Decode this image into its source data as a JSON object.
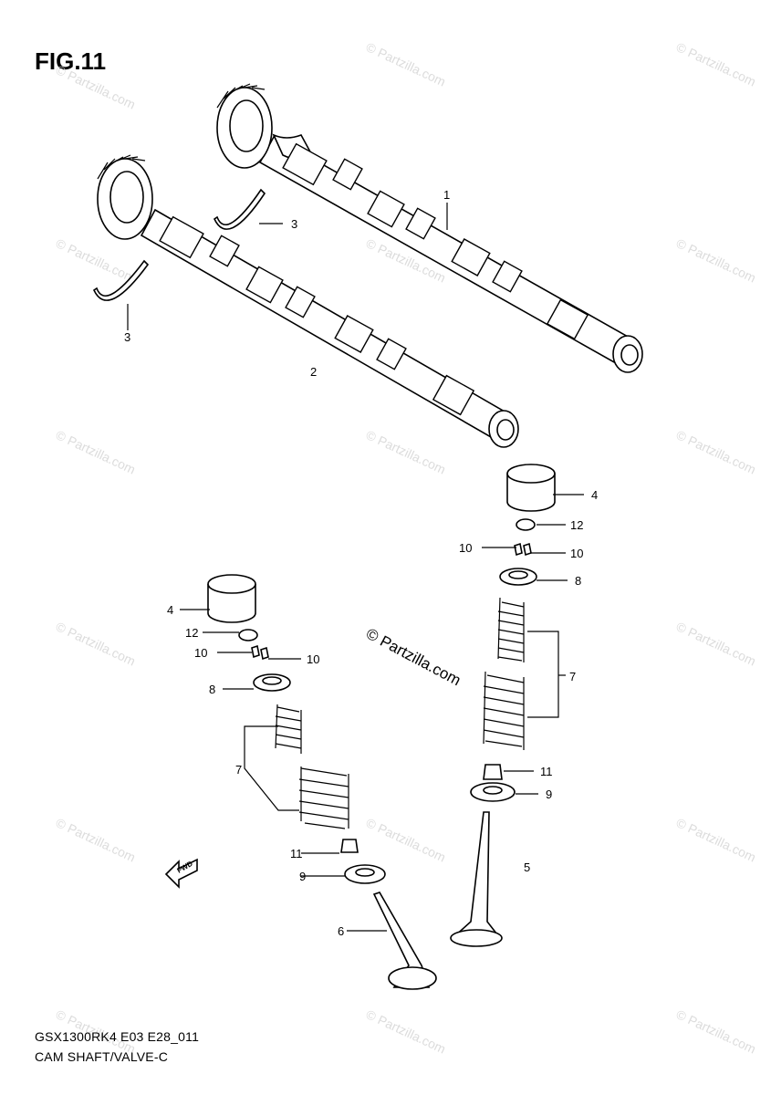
{
  "figure": {
    "title": "FIG.11",
    "model_code": "GSX1300RK4 E03 E28_011",
    "section_name": "CAM SHAFT/VALVE-C"
  },
  "watermark": {
    "text": "© Partzilla.com",
    "center_text": "© Partzilla.com"
  },
  "fwd_arrow_label": "FWD",
  "callouts": [
    {
      "id": "c1",
      "label": "1"
    },
    {
      "id": "c2",
      "label": "2"
    },
    {
      "id": "c3a",
      "label": "3"
    },
    {
      "id": "c3b",
      "label": "3"
    },
    {
      "id": "c4r",
      "label": "4"
    },
    {
      "id": "c4l",
      "label": "4"
    },
    {
      "id": "c12r",
      "label": "12"
    },
    {
      "id": "c12l",
      "label": "12"
    },
    {
      "id": "c10ra",
      "label": "10"
    },
    {
      "id": "c10rb",
      "label": "10"
    },
    {
      "id": "c10la",
      "label": "10"
    },
    {
      "id": "c10lb",
      "label": "10"
    },
    {
      "id": "c8r",
      "label": "8"
    },
    {
      "id": "c8l",
      "label": "8"
    },
    {
      "id": "c7r",
      "label": "7"
    },
    {
      "id": "c7l",
      "label": "7"
    },
    {
      "id": "c11r",
      "label": "11"
    },
    {
      "id": "c11l",
      "label": "11"
    },
    {
      "id": "c9r",
      "label": "9"
    },
    {
      "id": "c9l",
      "label": "9"
    },
    {
      "id": "c5",
      "label": "5"
    },
    {
      "id": "c6",
      "label": "6"
    }
  ]
}
